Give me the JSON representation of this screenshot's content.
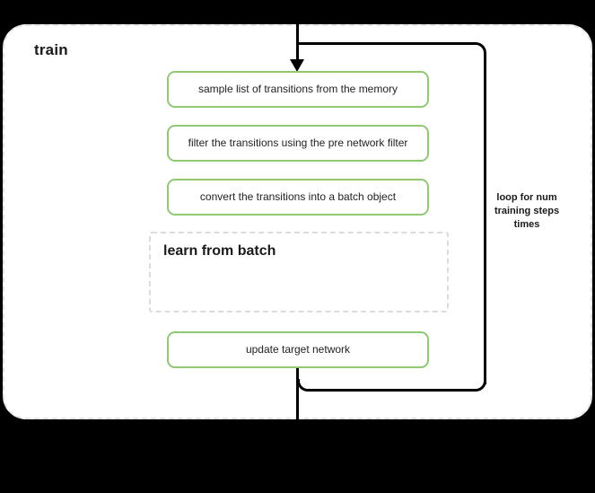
{
  "diagram": {
    "title": "train",
    "background_color": "#000000",
    "container_fill": "#ffffff",
    "accent_color": "#8fc972",
    "line_color": "#000000",
    "dashed_border_color": "#e3e3e3"
  },
  "steps": [
    {
      "label": "sample list of transitions from the memory"
    },
    {
      "label": "filter the transitions using the pre network filter"
    },
    {
      "label": "convert the transitions into a batch object"
    },
    {
      "label": "update target network"
    }
  ],
  "subgroup": {
    "title": "learn from batch",
    "style": "dashed"
  },
  "loop": {
    "label": "loop for num training steps times"
  },
  "icons": {
    "flow_arrow": "arrow-down-icon"
  }
}
